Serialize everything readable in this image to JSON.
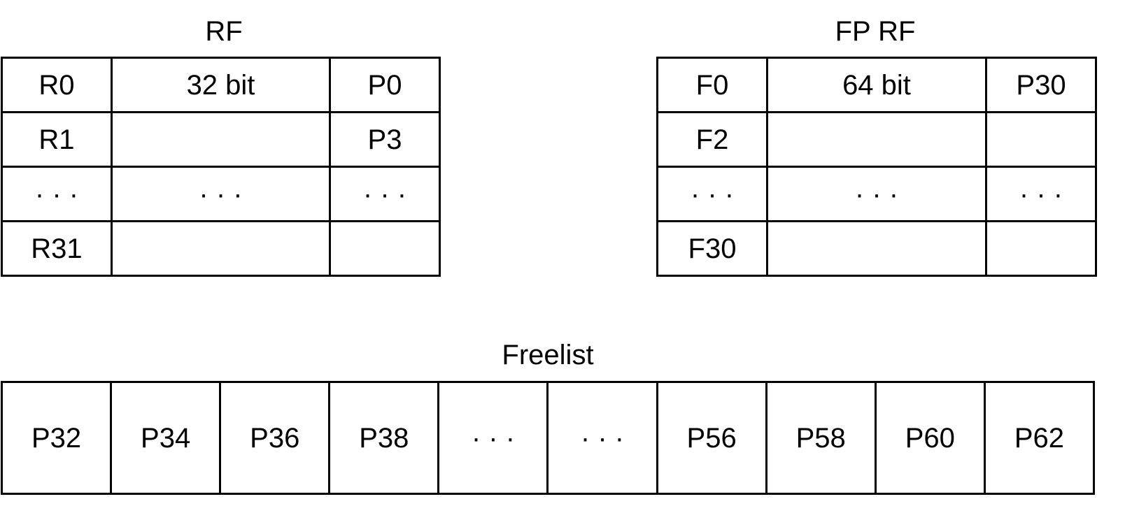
{
  "rf": {
    "caption": "RF",
    "rows": [
      [
        "R0",
        "32 bit",
        "P0"
      ],
      [
        "R1",
        "",
        "P3"
      ],
      [
        "· · ·",
        "· · ·",
        "· · ·"
      ],
      [
        "R31",
        "",
        ""
      ]
    ]
  },
  "fp_rf": {
    "caption": "FP RF",
    "rows": [
      [
        "F0",
        "64 bit",
        "P30"
      ],
      [
        "F2",
        "",
        ""
      ],
      [
        "· · ·",
        "· · ·",
        "· · ·"
      ],
      [
        "F30",
        "",
        ""
      ]
    ]
  },
  "freelist": {
    "caption": "Freelist",
    "cells": [
      "P32",
      "P34",
      "P36",
      "P38",
      "· · ·",
      "· · ·",
      "P56",
      "P58",
      "P60",
      "P62"
    ]
  }
}
